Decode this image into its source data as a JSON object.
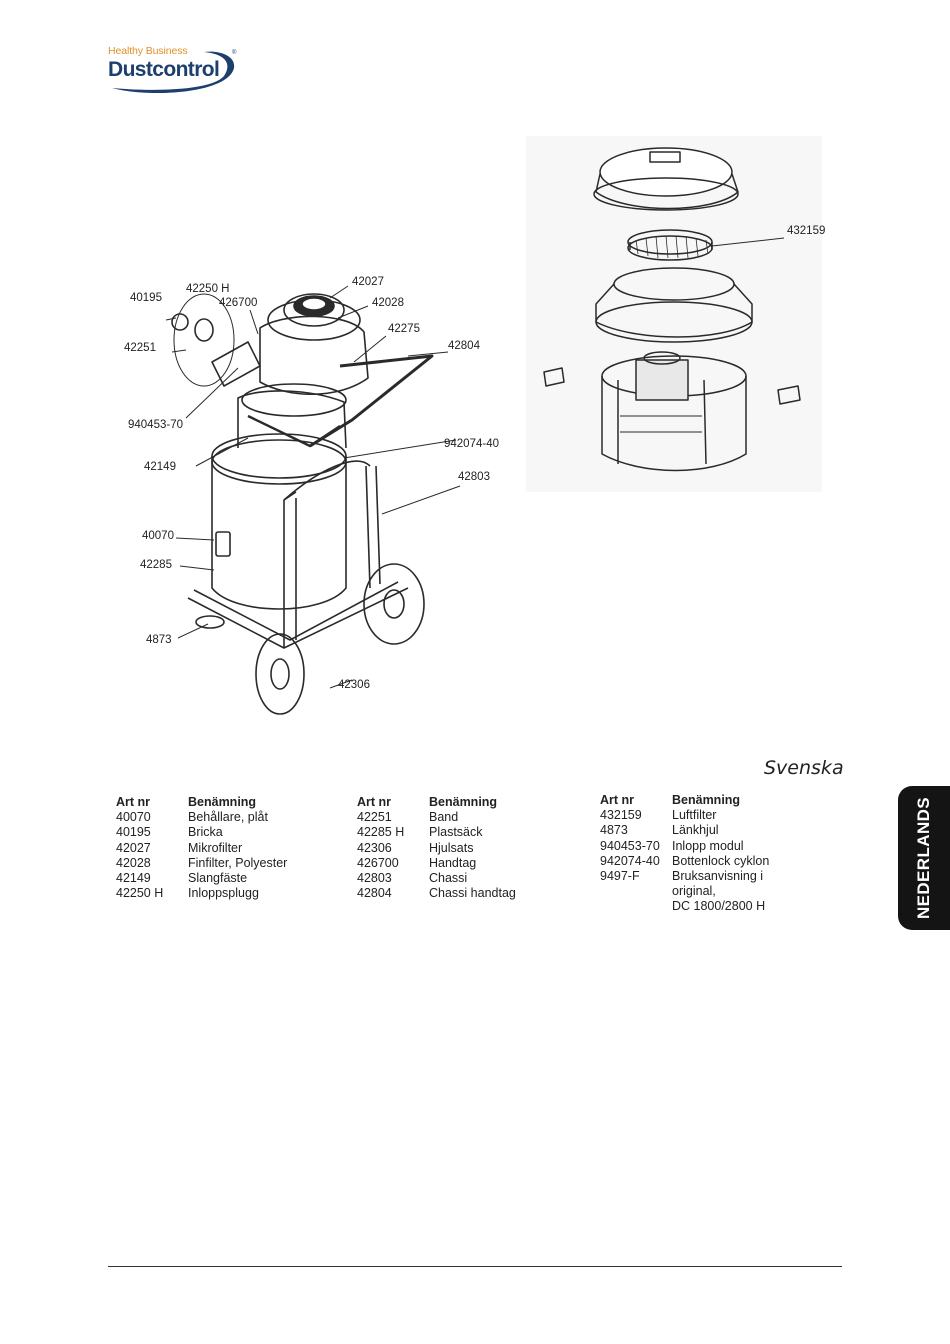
{
  "logo": {
    "tagline": "Healthy Business",
    "brand": "Dustcontrol",
    "registered": "®",
    "colors": {
      "navy": "#1c3f6e",
      "orange": "#e0902a"
    }
  },
  "diagram_main": {
    "callouts": [
      "42027",
      "42250 H",
      "40195",
      "426700",
      "42028",
      "42275",
      "42251",
      "42804",
      "940453-70",
      "942074-40",
      "42149",
      "42803",
      "40070",
      "42285",
      "4873",
      "42306"
    ]
  },
  "diagram_filter": {
    "callouts": [
      "432159"
    ]
  },
  "section_language": "Svenska",
  "tables": [
    {
      "headers": [
        "Art nr",
        "Benämning"
      ],
      "rows": [
        [
          "40070",
          "Behållare, plåt"
        ],
        [
          "40195",
          "Bricka"
        ],
        [
          "42027",
          "Mikrofilter"
        ],
        [
          "42028",
          "Finfilter, Polyester"
        ],
        [
          "42149",
          "Slangfäste"
        ],
        [
          "42250 H",
          "Inloppsplugg"
        ]
      ]
    },
    {
      "headers": [
        "Art nr",
        "Benämning"
      ],
      "rows": [
        [
          "42251",
          "Band"
        ],
        [
          "42285 H",
          "Plastsäck"
        ],
        [
          "42306",
          "Hjulsats"
        ],
        [
          "426700",
          "Handtag"
        ],
        [
          "42803",
          "Chassi"
        ],
        [
          "42804",
          "Chassi handtag"
        ]
      ]
    },
    {
      "headers": [
        "Art nr",
        "Benämning"
      ],
      "rows": [
        [
          "432159",
          "Luftfilter"
        ],
        [
          "4873",
          "Länkhjul"
        ],
        [
          "940453-70",
          "Inlopp modul"
        ],
        [
          "942074-40",
          "Bottenlock cyklon"
        ],
        [
          "9497-F",
          "Bruksanvisning i"
        ],
        [
          "",
          "original,"
        ],
        [
          "",
          "DC 1800/2800 H"
        ]
      ]
    }
  ],
  "side_tab": "NEDERLANDS"
}
